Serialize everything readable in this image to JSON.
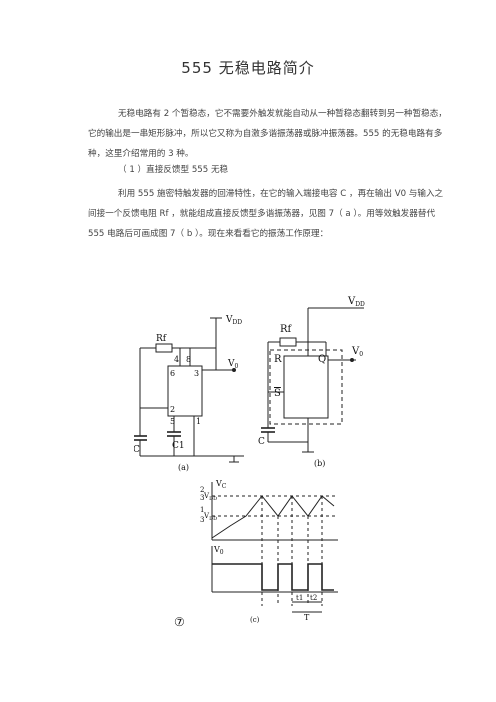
{
  "doc": {
    "title": "555 无稳电路简介",
    "para1": "无稳电路有 2 个暂稳态，它不需要外触发就能自动从一种暂稳态翻转到另一种暂稳态，它的输出是一串矩形脉冲，所以它又称为自激多谐振荡器或脉冲振荡器。555 的无稳电路有多种，这里介绍常用的 3 种。",
    "section1": "（ 1 ）直接反馈型 555 无稳",
    "para2": "利用 555 施密特触发器的回滞特性，在它的输入端接电容 C ，再在输出 V0 与输入之间接一个反馈电阻 Rf ，就能组成直接反馈型多谐振荡器，见图 7（ a ）。用等效触发器替代 555 电路后可画成图 7（ b ）。现在来看看它的振荡工作原理："
  },
  "figure": {
    "a": {
      "rf": "Rf",
      "vdd": "V",
      "vdd_sub": "DD",
      "vo": "V",
      "vo_sub": "0",
      "pin4": "4",
      "pin8": "8",
      "pin6": "6",
      "pin3": "3",
      "pin2": "2",
      "pin5": "5",
      "pin1": "1",
      "c": "C",
      "c1": "C1",
      "caption": "(a)"
    },
    "b": {
      "rf": "Rf",
      "vdd": "V",
      "vdd_sub": "DD",
      "r": "R",
      "q": "Q",
      "vo": "V",
      "vo_sub": "0",
      "s": "S",
      "c": "C",
      "caption": "(b)"
    },
    "c": {
      "vc": "V",
      "vc_sub": "C",
      "two": "2",
      "three": "3",
      "one": "1",
      "vdd": "V",
      "vdd_sub": "DD",
      "vo": "V",
      "vo_sub": "0",
      "t1": "t1",
      "t2": "t2",
      "T": "T",
      "caption": "(c)",
      "mark": "⑦"
    }
  }
}
